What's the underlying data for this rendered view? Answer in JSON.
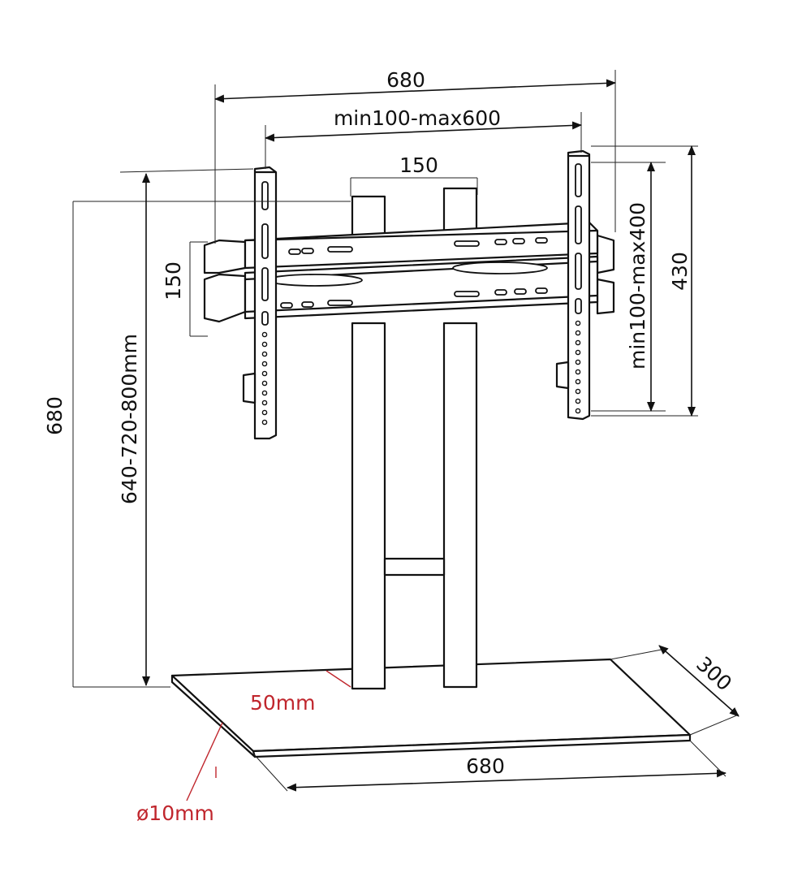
{
  "diagram": {
    "colors": {
      "line": "#111111",
      "accent": "#c0262d",
      "background": "#ffffff"
    },
    "dimensions": {
      "top_width": "680",
      "vesa_horizontal": "min100-max600",
      "column_spacing": "150",
      "bracket_height": "150",
      "total_height": "680",
      "height_options": "640-720-800mm",
      "vesa_vertical": "min100-max400",
      "arm_height": "430",
      "base_depth": "300",
      "base_width": "680",
      "column_to_base_edge": "50mm",
      "glass_thickness": "ø10mm"
    }
  }
}
